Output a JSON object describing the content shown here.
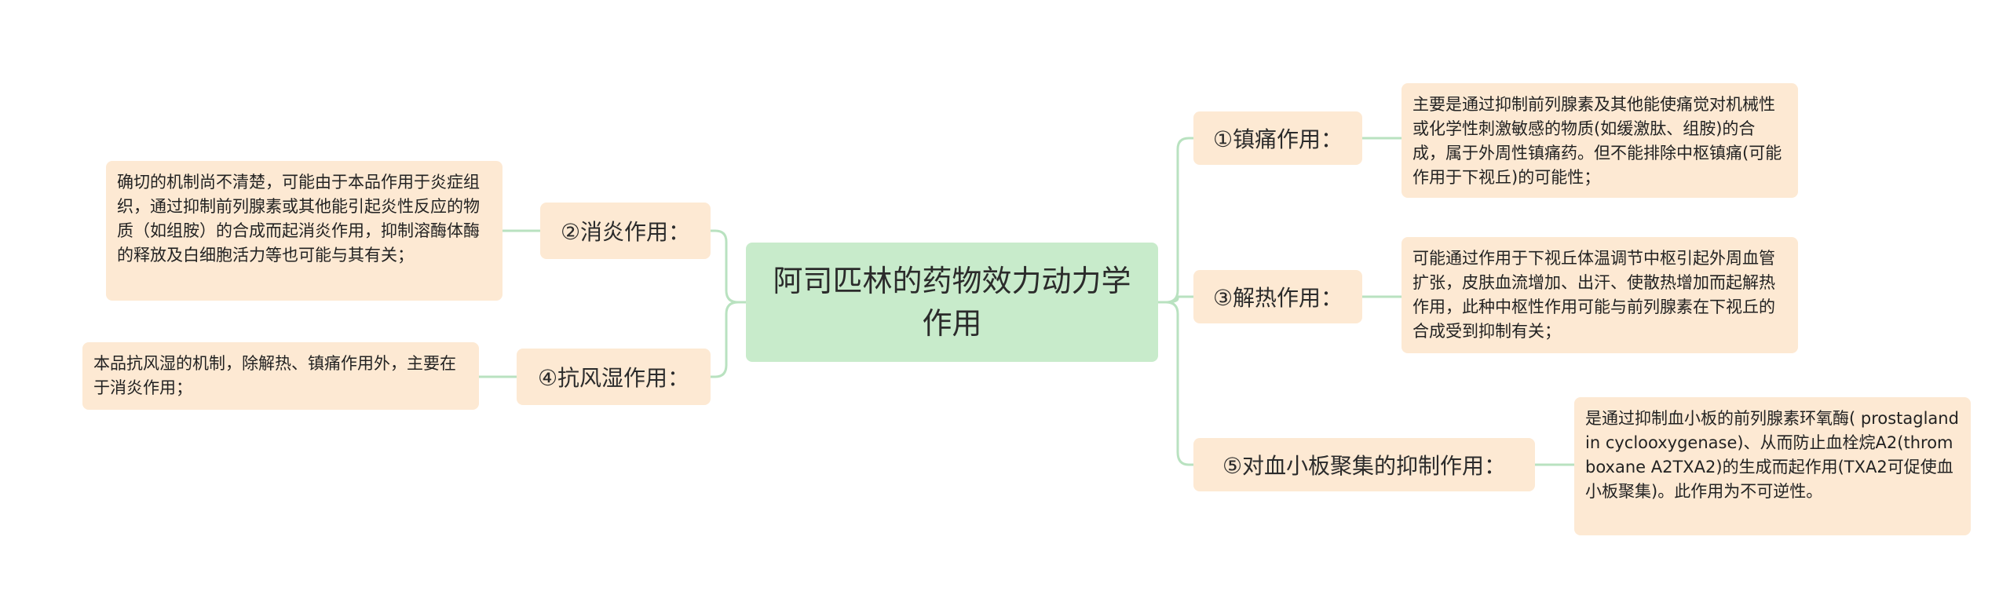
{
  "root": {
    "title": "阿司匹林的药物效力动力学作用"
  },
  "branches": {
    "b1": {
      "label": "①镇痛作用：",
      "detail": "主要是通过抑制前列腺素及其他能使痛觉对机械性或化学性刺激敏感的物质(如缓激肽、组胺)的合成，属于外周性镇痛药。但不能排除中枢镇痛(可能作用于下视丘)的可能性；"
    },
    "b2": {
      "label": "②消炎作用：",
      "detail": "确切的机制尚不清楚，可能由于本品作用于炎症组织，通过抑制前列腺素或其他能引起炎性反应的物质（如组胺）的合成而起消炎作用，抑制溶酶体酶的释放及白细胞活力等也可能与其有关；"
    },
    "b3": {
      "label": "③解热作用：",
      "detail": "可能通过作用于下视丘体温调节中枢引起外周血管扩张，皮肤血流增加、出汗、使散热增加而起解热作用，此种中枢性作用可能与前列腺素在下视丘的合成受到抑制有关；"
    },
    "b4": {
      "label": "④抗风湿作用：",
      "detail": "本品抗风湿的机制，除解热、镇痛作用外，主要在于消炎作用；"
    },
    "b5": {
      "label": "⑤对血小板聚集的抑制作用：",
      "detail": "是通过抑制血小板的前列腺素环氧酶( prostaglandin cyclooxygenase)、从而防止血栓烷A2(thromboxane A2TXA2)的生成而起作用(TXA2可促使血小板聚集)。此作用为不可逆性。"
    }
  },
  "colors": {
    "root_fill": "#c8ebcb",
    "node_fill": "#fde9d3",
    "connector": "#b9e2c0"
  }
}
